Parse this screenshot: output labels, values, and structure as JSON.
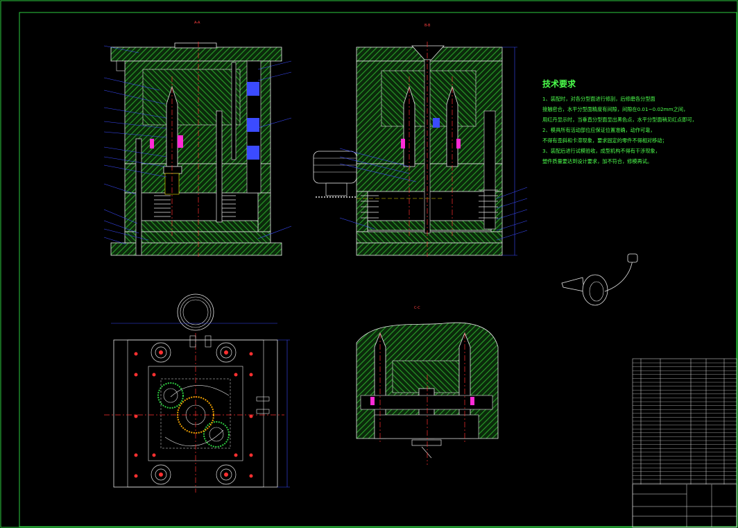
{
  "views": {
    "aa": "A-A",
    "bb": "B-B",
    "cc": "C-C"
  },
  "tech": {
    "title": "技术要求",
    "lines": [
      "1、装配时，对各分型面进行修刮，后修磨各分型面",
      "接触密合，水平分型面精度有间隙，间隙在0.01~0.02mm之间，",
      "用红丹显示时，当垂直分型面显出黑色点，水平分型面稍见红点即可，",
      "2、模具所有活动部位应保证位置准确，动作可靠，",
      "不得有歪斜和卡滞现象，要求固定的零件不得相对移动；",
      "3、装配后进行试模验收，成型机构不得有干涉现象，",
      "塑件质量要达到设计要求，加不符合，修模再试。"
    ]
  },
  "colors": {
    "border": "#2ecc40",
    "hatch": "#1f8f1f",
    "line": "#e8e8e8",
    "center": "#ff3030",
    "magenta": "#ff2bd6",
    "blue": "#3b4bff",
    "yellow": "#f0e000",
    "text": "#4cff4c"
  }
}
